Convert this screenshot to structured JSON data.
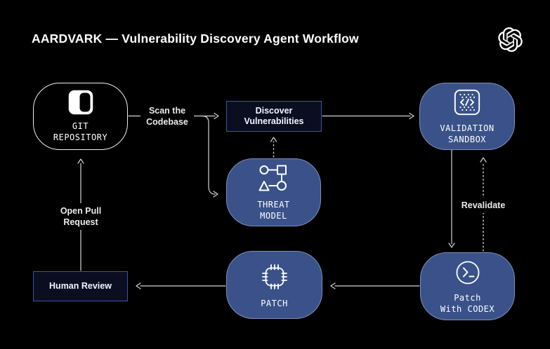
{
  "header": {
    "title": "AARDVARK — Vulnerability Discovery Agent Workflow",
    "logo_icon": "openai-logo"
  },
  "colors": {
    "background": "#000000",
    "node_fill": "#3A5289",
    "node_border": "#7E8FB5",
    "box_fill": "#0A0E20",
    "box_border": "#3E54A0",
    "connector": "#D4D4D4",
    "text": "#FFFFFF"
  },
  "nodes": {
    "git_repository": {
      "line1": "GIT",
      "line2": "REPOSITORY",
      "icon": "repository-icon"
    },
    "discover_vulnerabilities": {
      "line1": "Discover",
      "line2": "Vulnerabilities"
    },
    "validation_sandbox": {
      "line1": "VALIDATION",
      "line2": "SANDBOX",
      "icon": "sandbox-code-icon"
    },
    "threat_model": {
      "line1": "THREAT",
      "line2": "MODEL",
      "icon": "threat-graph-icon"
    },
    "patch": {
      "line1": "PATCH",
      "icon": "chip-icon"
    },
    "patch_with_codex": {
      "line1": "Patch",
      "line2": "With CODEX",
      "icon": "terminal-icon"
    },
    "human_review": {
      "line1": "Human Review"
    }
  },
  "edge_labels": {
    "scan_line1": "Scan the",
    "scan_line2": "Codebase",
    "open_pr_line1": "Open Pull",
    "open_pr_line2": "Request",
    "revalidate": "Revalidate"
  }
}
